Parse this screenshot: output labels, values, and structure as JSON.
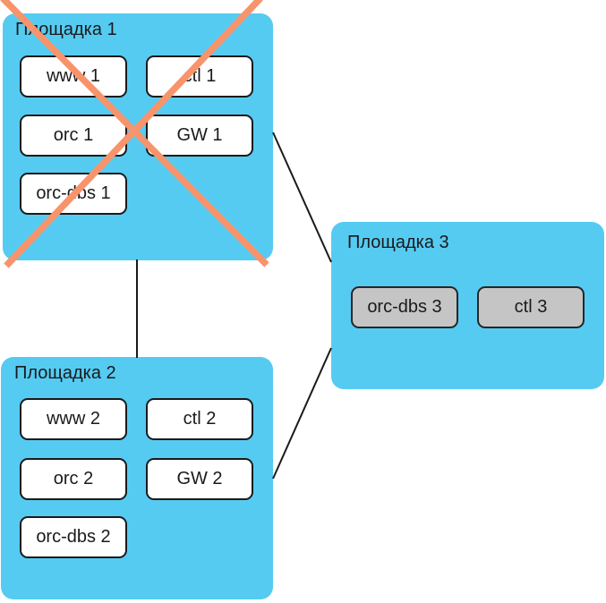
{
  "sites": [
    {
      "title": "Площадка 1",
      "crossed_out": true,
      "nodes": [
        {
          "label": "www 1"
        },
        {
          "label": "ctl 1"
        },
        {
          "label": "orc 1"
        },
        {
          "label": "GW 1"
        },
        {
          "label": "orc-dbs 1"
        }
      ]
    },
    {
      "title": "Площадка 2",
      "crossed_out": false,
      "nodes": [
        {
          "label": "www 2"
        },
        {
          "label": "ctl 2"
        },
        {
          "label": "orc 2"
        },
        {
          "label": "GW 2"
        },
        {
          "label": "orc-dbs 2"
        }
      ]
    },
    {
      "title": "Площадка 3",
      "crossed_out": false,
      "nodes": [
        {
          "label": "orc-dbs 3"
        },
        {
          "label": "ctl 3"
        }
      ]
    }
  ],
  "connections": [
    {
      "from": "Площадка 1",
      "to": "Площадка 2"
    },
    {
      "from": "Площадка 1",
      "to": "Площадка 3"
    },
    {
      "from": "Площадка 2",
      "to": "Площадка 3"
    }
  ],
  "colors": {
    "site_bg": "#56CBF2",
    "node_bg": "#FFFFFF",
    "node_inactive_bg": "#C5C5C5",
    "outline": "#1A1A1A",
    "cross": "#F7946B"
  }
}
